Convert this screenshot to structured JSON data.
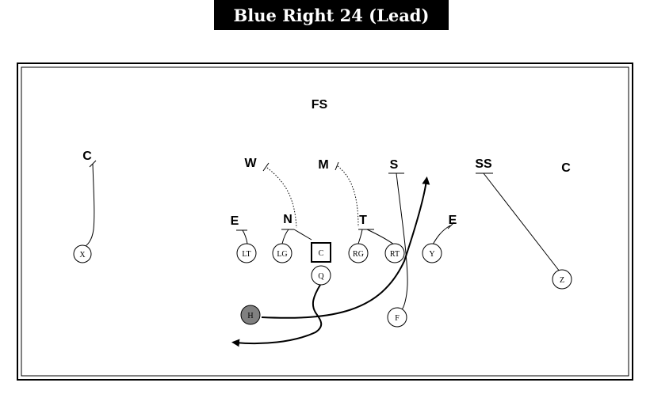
{
  "title": "Blue Right 24 (Lead)",
  "colors": {
    "line": "#000000",
    "background": "#ffffff",
    "h_fill": "#808080"
  },
  "defense": {
    "fs": "FS",
    "w": "W",
    "m": "M",
    "s": "S",
    "ss": "SS",
    "c_left": "C",
    "c_right": "C",
    "e_left": "E",
    "n": "N",
    "t": "T",
    "e_right": "E"
  },
  "offense": {
    "x": "X",
    "lt": "LT",
    "lg": "LG",
    "c": "C",
    "rg": "RG",
    "rt": "RT",
    "y": "Y",
    "q": "Q",
    "z": "Z",
    "h": "H",
    "f": "F"
  }
}
